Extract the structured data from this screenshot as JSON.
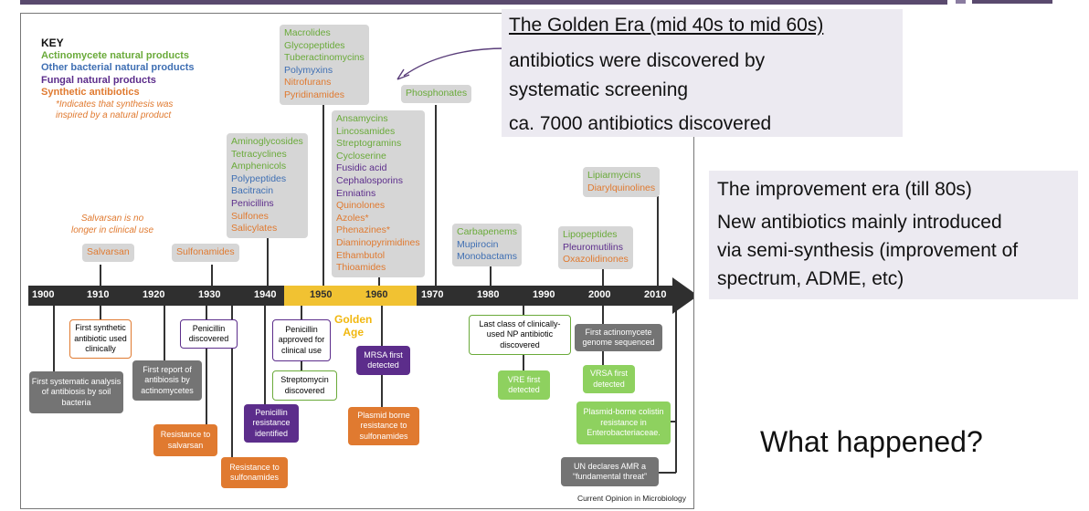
{
  "colors": {
    "actino": "#6aaa3a",
    "bacterial": "#3f6fb3",
    "fungal": "#5c2d8b",
    "synthetic": "#e07a30",
    "grey_box": "#d6d6d6",
    "event_grey": "#747474",
    "golden": "#f1c232",
    "panel_bg": "#eceaf1"
  },
  "key": {
    "title": "KEY",
    "actino": "Actinomycete natural products",
    "bacterial": "Other bacterial natural products",
    "fungal": "Fungal natural products",
    "synthetic": "Synthetic antibiotics",
    "note_1": "*Indicates that synthesis was",
    "note_2": "inspired by a natural product"
  },
  "salvarsan_note": {
    "line1": "Salvarsan is no",
    "line2": "longer in clinical use"
  },
  "classes": {
    "salvarsan": [
      {
        "t": "Salvarsan",
        "c": "synthetic"
      }
    ],
    "sulfonamides": [
      {
        "t": "Sulfonamides",
        "c": "synthetic"
      }
    ],
    "era_1940": [
      {
        "t": "Aminoglycosides",
        "c": "actino"
      },
      {
        "t": "Tetracyclines",
        "c": "actino"
      },
      {
        "t": "Amphenicols",
        "c": "actino"
      },
      {
        "t": "Polypeptides",
        "c": "bacterial"
      },
      {
        "t": "Bacitracin",
        "c": "bacterial"
      },
      {
        "t": "Penicillins",
        "c": "fungal"
      },
      {
        "t": "Sulfones",
        "c": "synthetic"
      },
      {
        "t": "Salicylates",
        "c": "synthetic"
      }
    ],
    "era_1950": [
      {
        "t": "Macrolides",
        "c": "actino"
      },
      {
        "t": "Glycopeptides",
        "c": "actino"
      },
      {
        "t": "Tuberactinomycins",
        "c": "actino"
      },
      {
        "t": "Polymyxins",
        "c": "bacterial"
      },
      {
        "t": "Nitrofurans",
        "c": "synthetic"
      },
      {
        "t": "Pyridinamides",
        "c": "synthetic"
      }
    ],
    "era_1960": [
      {
        "t": "Ansamycins",
        "c": "actino"
      },
      {
        "t": "Lincosamides",
        "c": "actino"
      },
      {
        "t": "Streptogramins",
        "c": "actino"
      },
      {
        "t": "Cycloserine",
        "c": "actino"
      },
      {
        "t": "Fusidic acid",
        "c": "fungal"
      },
      {
        "t": "Cephalosporins",
        "c": "fungal"
      },
      {
        "t": "Enniatins",
        "c": "fungal"
      },
      {
        "t": "Quinolones",
        "c": "synthetic"
      },
      {
        "t": "Azoles*",
        "c": "synthetic"
      },
      {
        "t": "Phenazines*",
        "c": "synthetic"
      },
      {
        "t": "Diaminopyrimidines",
        "c": "synthetic"
      },
      {
        "t": "Ethambutol",
        "c": "synthetic"
      },
      {
        "t": "Thioamides",
        "c": "synthetic"
      }
    ],
    "phosphonates": [
      {
        "t": "Phosphonates",
        "c": "actino"
      }
    ],
    "era_1980": [
      {
        "t": "Carbapenems",
        "c": "actino"
      },
      {
        "t": "Mupirocin",
        "c": "bacterial"
      },
      {
        "t": "Monobactams",
        "c": "bacterial"
      }
    ],
    "era_2000": [
      {
        "t": "Lipopeptides",
        "c": "actino"
      },
      {
        "t": "Pleuromutilins",
        "c": "fungal"
      },
      {
        "t": "Oxazolidinones",
        "c": "synthetic"
      }
    ],
    "era_2010": [
      {
        "t": "Lipiarmycins",
        "c": "actino"
      },
      {
        "t": "Diarylquinolines",
        "c": "synthetic"
      }
    ]
  },
  "years": [
    "1900",
    "1910",
    "1920",
    "1930",
    "1940",
    "1950",
    "1960",
    "1970",
    "1980",
    "1990",
    "2000",
    "2010"
  ],
  "golden_age_label": {
    "line1": "Golden",
    "line2": "Age"
  },
  "events": {
    "soil_bacteria": "First systematic analysis of antibiosis by soil bacteria",
    "first_synthetic": "First synthetic antibiotic used clinically",
    "actinomycetes": "First report of antibiosis by actinomycetes",
    "penicillin_discovered": "Penicillin discovered",
    "resistance_salvarsan": "Resistance to salvarsan",
    "resistance_sulfonamides": "Resistance to sulfonamides",
    "penicillin_resistance": "Penicillin resistance identified",
    "penicillin_approved": "Penicillin approved for clinical use",
    "streptomycin": "Streptomycin discovered",
    "mrsa": "MRSA first detected",
    "plasmid_sulfonamides": "Plasmid borne resistance to sulfonamides",
    "last_np_class": "Last class of clinically-used NP antibiotic discovered",
    "vre": "VRE first detected",
    "genome": "First actinomycete genome sequenced",
    "vrsa": "VRSA first detected",
    "colistin": "Plasmid-borne colistin resistance in Enterobacteriaceae.",
    "un_amr": "UN declares AMR a “fundamental threat”"
  },
  "credit": "Current Opinion in Microbiology",
  "golden_era_panel": {
    "title": "The Golden Era (mid 40s to mid 60s)",
    "line1": "antibiotics were discovered by",
    "line2": "systematic screening",
    "line3": "ca. 7000 antibiotics discovered"
  },
  "improvement_panel": {
    "line1": "The improvement era (till 80s)",
    "line2": "New antibiotics mainly introduced",
    "line3": "via semi-synthesis (improvement of",
    "line4": "spectrum, ADME, etc)"
  },
  "question": "What happened?"
}
